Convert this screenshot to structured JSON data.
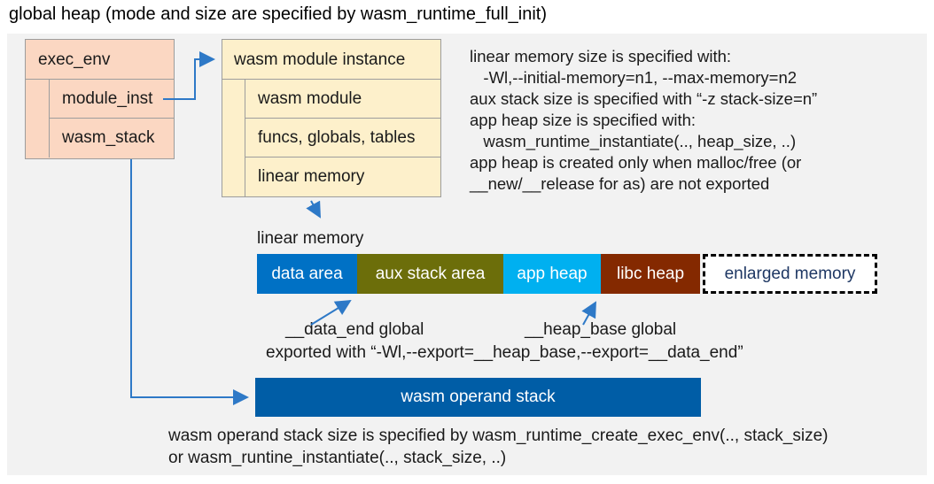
{
  "title": "global heap (mode and size are specified by wasm_runtime_full_init)",
  "exec_env_box": {
    "header": "exec_env",
    "rows": [
      "module_inst",
      "wasm_stack"
    ]
  },
  "module_instance_box": {
    "header": "wasm module instance",
    "rows": [
      "wasm module",
      "funcs, globals, tables",
      "linear memory"
    ]
  },
  "notes_right": {
    "lines": [
      "linear memory size is specified with:",
      "   -Wl,--initial-memory=n1, --max-memory=n2",
      "aux stack size is specified with “-z stack-size=n”",
      "app heap size is specified with:",
      "   wasm_runtime_instantiate(.., heap_size, ..)",
      "app heap is created only when malloc/free (or",
      "__new/__release for as) are not exported"
    ]
  },
  "linear_memory": {
    "label": "linear memory",
    "segments": [
      {
        "label": "data area",
        "color": "#0071c5",
        "text_color": "#ffffff"
      },
      {
        "label": "aux stack area",
        "color": "#6c6e0a",
        "text_color": "#ffffff"
      },
      {
        "label": "app heap",
        "color": "#00b0f0",
        "text_color": "#ffffff"
      },
      {
        "label": "libc heap",
        "color": "#842900",
        "text_color": "#ffffff"
      },
      {
        "label": "enlarged memory",
        "color": "#ffffff",
        "text_color": "#1f3864",
        "border": "dashed-black"
      }
    ]
  },
  "globals_annotation": {
    "data_end_label": "__data_end global",
    "heap_base_label": "__heap_base global",
    "exported_line": "exported with “-Wl,--export=__heap_base,--export=__data_end”"
  },
  "operand_stack": {
    "label": "wasm operand stack",
    "color": "#005da6"
  },
  "notes_bottom": {
    "lines": [
      "wasm operand stack size is specified by wasm_runtime_create_exec_env(.., stack_size)",
      "or wasm_runtine_instantiate(.., stack_size, ..)"
    ]
  },
  "colors": {
    "panel_bg": "#f2f2f2",
    "exec_env_fill": "#fbd7c2",
    "module_instance_fill": "#fdf0cb",
    "box_border": "#9d9d9d",
    "arrow": "#2e79c7",
    "enlarged_memory_text": "#1f3864"
  }
}
